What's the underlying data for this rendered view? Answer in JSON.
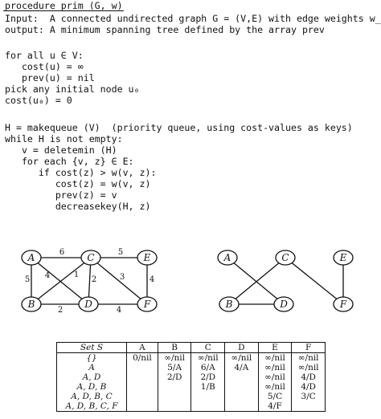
{
  "code": {
    "title": "procedure prim (G, w)",
    "lines": [
      "Input:  A connected undirected graph G = (V,E) with edge weights w_e",
      "output: A minimum spanning tree defined by the array prev",
      "",
      "for all u ∈ V:",
      "   cost(u) = ∞",
      "   prev(u) = nil",
      "pick any initial node u₀",
      "cost(u₀) = 0",
      "",
      "H = makequeue (V)  (priority queue, using cost-values as keys)",
      "while H is not empty:",
      "   v = deletemin (H)",
      "   for each {v, z} ∈ E:",
      "      if cost(z) > w(v, z):",
      "         cost(z) = w(v, z)",
      "         prev(z) = v",
      "         decreasekey(H, z)"
    ]
  },
  "graph_left": {
    "nodes": [
      "A",
      "C",
      "E",
      "B",
      "D",
      "F"
    ],
    "edge_weights": [
      "6",
      "5",
      "5",
      "4",
      "1",
      "2",
      "3",
      "4",
      "2",
      "4"
    ]
  },
  "graph_right": {
    "nodes": [
      "A",
      "C",
      "E",
      "B",
      "D",
      "F"
    ]
  },
  "table": {
    "headers": [
      "Set S",
      "A",
      "B",
      "C",
      "D",
      "E",
      "F"
    ],
    "rows": [
      [
        "{}",
        "0/nil",
        "∞/nil",
        "∞/nil",
        "∞/nil",
        "∞/nil",
        "∞/nil"
      ],
      [
        "A",
        "",
        "5/A",
        "6/A",
        "4/A",
        "∞/nil",
        "∞/nil"
      ],
      [
        "A, D",
        "",
        "2/D",
        "2/D",
        "",
        "∞/nil",
        "4/D"
      ],
      [
        "A, D, B",
        "",
        "",
        "1/B",
        "",
        "∞/nil",
        "4/D"
      ],
      [
        "A, D, B, C",
        "",
        "",
        "",
        "",
        "5/C",
        "3/C"
      ],
      [
        "A, D, B, C, F",
        "",
        "",
        "",
        "",
        "4/F",
        ""
      ]
    ]
  },
  "colors": {
    "ink": "#111111",
    "background": "#ffffff"
  }
}
